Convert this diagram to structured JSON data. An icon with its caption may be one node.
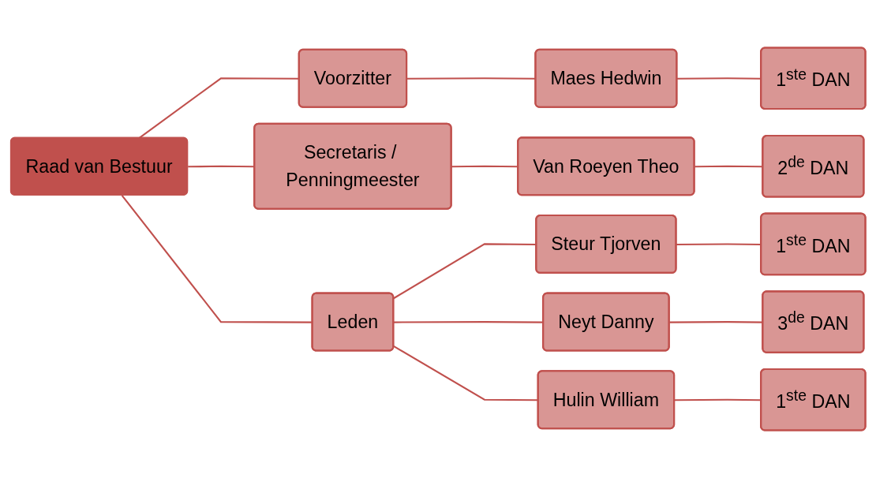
{
  "diagram": {
    "nodes": [
      {
        "text": [
          "Raad van Bestuur"
        ]
      },
      {
        "text": [
          "Voorzitter"
        ]
      },
      {
        "text": [
          "Secretaris / Penningmeester"
        ]
      },
      {
        "text": [
          "Leden"
        ]
      },
      {
        "text": [
          "Maes Hedwin"
        ]
      },
      {
        "text": [
          "Van Roeyen Theo"
        ]
      },
      {
        "text": [
          "Steur Tjorven"
        ]
      },
      {
        "text": [
          "Neyt Danny"
        ]
      },
      {
        "text": [
          "Hulin William"
        ]
      },
      {
        "text": [
          "1$^{ste}$ DAN"
        ]
      },
      {
        "text": [
          "2$^{de}$ DAN"
        ]
      },
      {
        "text": [
          "1$^{ste}$ DAN"
        ]
      },
      {
        "text": [
          "3$^{de}$ DAN"
        ]
      },
      {
        "text": [
          "1$^{ste}$ DAN"
        ]
      }
    ],
    "edges": [
      {
        "from": 0,
        "to": 1,
        "arrow": "none"
      },
      {
        "from": 0,
        "to": 2,
        "arrow": "none"
      },
      {
        "from": 0,
        "to": 3,
        "arrow": "none"
      },
      {
        "from": 1,
        "to": 4,
        "arrow": "none"
      },
      {
        "from": 2,
        "to": 5,
        "arrow": "none"
      },
      {
        "from": 3,
        "to": 6,
        "arrow": "none"
      },
      {
        "from": 3,
        "to": 7,
        "arrow": "none"
      },
      {
        "from": 3,
        "to": 8,
        "arrow": "none"
      },
      {
        "from": 4,
        "to": 9,
        "arrow": "none"
      },
      {
        "from": 5,
        "to": 10,
        "arrow": "none"
      },
      {
        "from": 6,
        "to": 11,
        "arrow": "none"
      },
      {
        "from": 7,
        "to": 12,
        "arrow": "none"
      },
      {
        "from": 8,
        "to": 13,
        "arrow": "none"
      }
    ]
  }
}
